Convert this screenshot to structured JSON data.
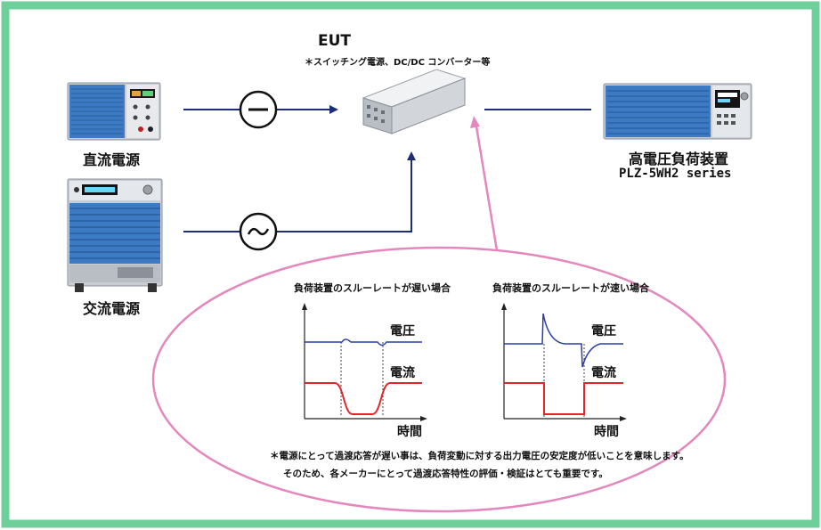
{
  "eut": {
    "title": "EUT",
    "note": "＊スイッチング電源、DC/DC コンバーター等"
  },
  "sources": {
    "dc": {
      "label": "直流電源",
      "symbol": "minus-symbol"
    },
    "ac": {
      "label": "交流電源",
      "symbol": "tilde-symbol"
    }
  },
  "load": {
    "label": "高電圧負荷装置",
    "model": "PLZ-5WH2 series"
  },
  "graphs": [
    {
      "title": "負荷装置のスルーレートが遅い場合",
      "voltage_label": "電圧",
      "current_label": "電流",
      "x_label": "時間"
    },
    {
      "title": "負荷装置のスルーレートが速い場合",
      "voltage_label": "電圧",
      "current_label": "電流",
      "x_label": "時間"
    }
  ],
  "footnote": {
    "line1": "＊電源にとって過渡応答が遅い事は、負荷変動に対する出力電圧の安定度が低いことを意味します。",
    "line2": "そのため、各メーカーにとって過渡応答特性の評価・検証はとても重要です。"
  },
  "colors": {
    "frame": "#6fcf9a",
    "wire": "#1e2d7a",
    "callout": "#e387bd",
    "voltage": "#2a3fa6",
    "current": "#e0262b",
    "instrument_blue": "#3c7bc4"
  }
}
